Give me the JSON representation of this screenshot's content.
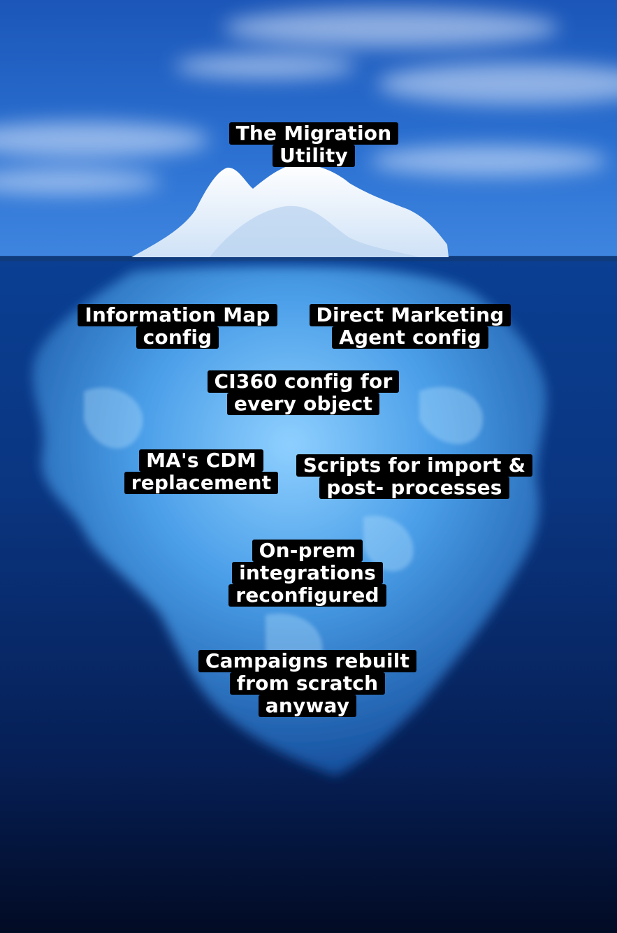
{
  "labels": [
    {
      "lines": [
        "The Migration",
        "Utility"
      ]
    },
    {
      "lines": [
        "Information Map",
        "config"
      ]
    },
    {
      "lines": [
        "Direct Marketing",
        "Agent config"
      ]
    },
    {
      "lines": [
        "CI360 config for",
        "every object"
      ]
    },
    {
      "lines": [
        "MA's CDM",
        "replacement"
      ]
    },
    {
      "lines": [
        "Scripts for import &",
        "post- processes"
      ]
    },
    {
      "lines": [
        "On-prem",
        "integrations",
        "reconfigured"
      ]
    },
    {
      "lines": [
        "Campaigns rebuilt",
        "from scratch",
        "anyway"
      ]
    }
  ]
}
